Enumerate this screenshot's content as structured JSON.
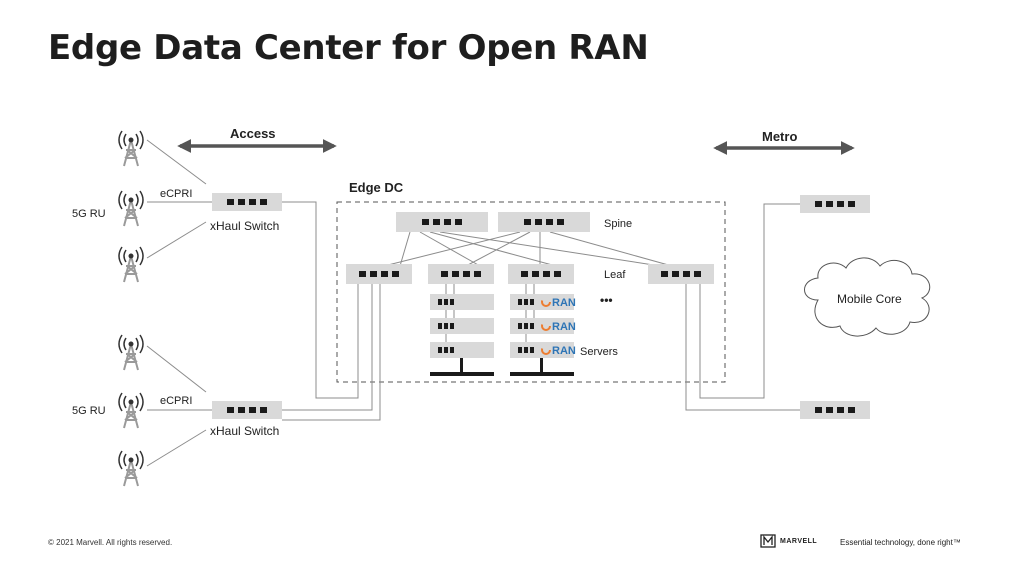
{
  "title": "Edge Data Center for Open RAN",
  "labels": {
    "access": "Access",
    "metro": "Metro",
    "edge_dc": "Edge DC",
    "spine": "Spine",
    "leaf": "Leaf",
    "servers": "Servers",
    "ellipsis": "•••",
    "mobile_core": "Mobile Core",
    "ru_top": "5G RU",
    "ru_bottom": "5G RU",
    "ecpri_top": "eCPRI",
    "ecpri_bottom": "eCPRI",
    "xhaul_top": "xHaul Switch",
    "xhaul_bottom": "xHaul Switch",
    "ran": "RAN"
  },
  "footer": {
    "copyright": "© 2021 Marvell. All rights reserved.",
    "logo": "MARVELL",
    "tagline": "Essential technology, done right™"
  },
  "colors": {
    "switch_fill": "#d9d9d9",
    "port": "#1a1a1a",
    "line": "#8c8c8c",
    "arrow": "#555555",
    "ran_blue": "#2e75b6",
    "ran_orange": "#ed7d31",
    "tower": "#9a9a9a"
  }
}
